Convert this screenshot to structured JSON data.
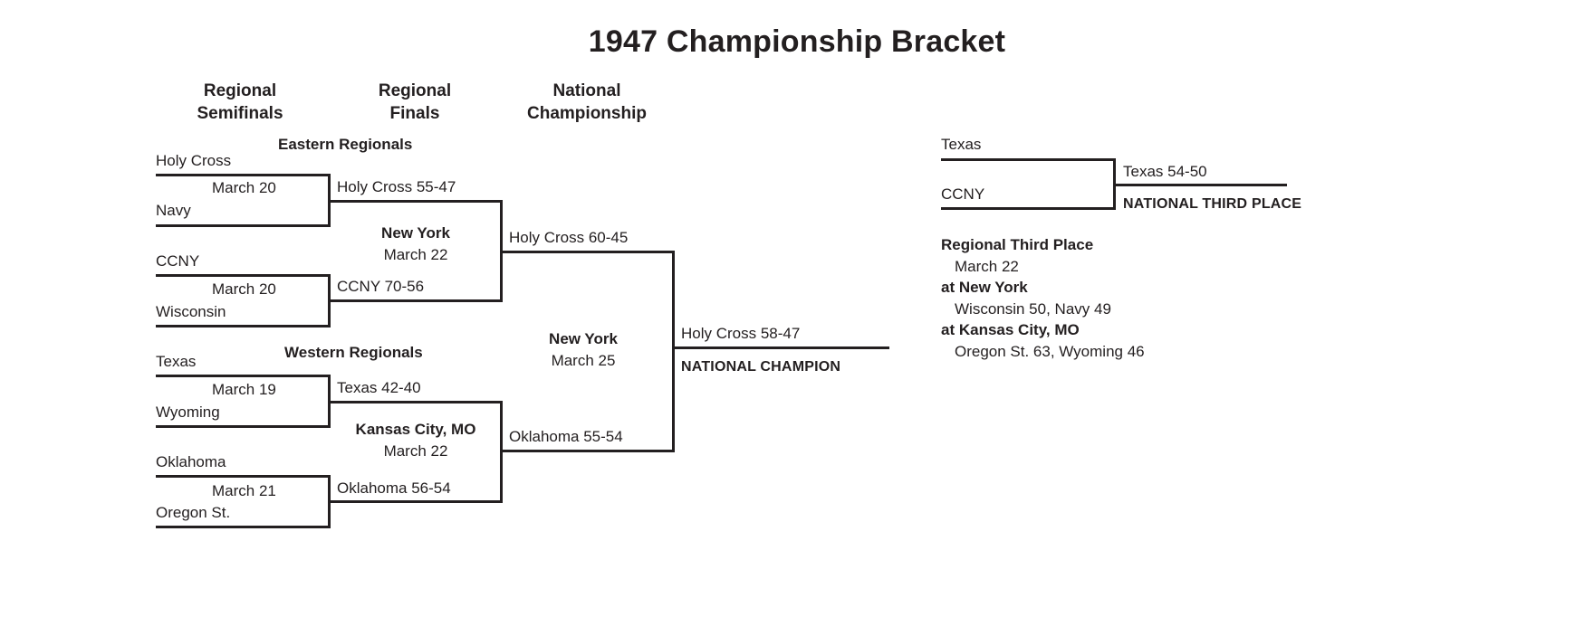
{
  "title": "1947 Championship Bracket",
  "column_headings": [
    {
      "line1": "Regional",
      "line2": "Semifinals"
    },
    {
      "line1": "Regional",
      "line2": "Finals"
    },
    {
      "line1": "National",
      "line2": "Championship"
    }
  ],
  "regions": {
    "eastern": "Eastern Regionals",
    "western": "Western Regionals"
  },
  "eastern": {
    "semifinal_1": {
      "team_top": "Holy Cross",
      "team_bottom": "Navy",
      "date": "March 20",
      "result": "Holy Cross 55-47"
    },
    "semifinal_2": {
      "team_top": "CCNY",
      "team_bottom": "Wisconsin",
      "date": "March 20",
      "result": "CCNY 70-56"
    },
    "final": {
      "site": "New York",
      "date": "March 22",
      "result": "Holy Cross 60-45"
    }
  },
  "western": {
    "semifinal_1": {
      "team_top": "Texas",
      "team_bottom": "Wyoming",
      "date": "March 19",
      "result": "Texas 42-40"
    },
    "semifinal_2": {
      "team_top": "Oklahoma",
      "team_bottom": "Oregon St.",
      "date": "March 21",
      "result": "Oklahoma 56-54"
    },
    "final": {
      "site": "Kansas City, MO",
      "date": "March 22",
      "result": "Oklahoma 55-54"
    }
  },
  "championship": {
    "site": "New York",
    "date": "March 25",
    "result": "Holy Cross 58-47",
    "banner": "NATIONAL CHAMPION"
  },
  "third_place": {
    "team_top": "Texas",
    "team_bottom": "CCNY",
    "result": "Texas 54-50",
    "banner": "NATIONAL THIRD PLACE"
  },
  "regional_third_place": {
    "heading": "Regional Third Place",
    "date": "March 22",
    "site_1": "at New York",
    "result_1": "Wisconsin 50, Navy 49",
    "site_2": "at Kansas City, MO",
    "result_2": "Oregon St. 63, Wyoming 46"
  },
  "colors": {
    "ink": "#231f20",
    "background": "#ffffff"
  }
}
